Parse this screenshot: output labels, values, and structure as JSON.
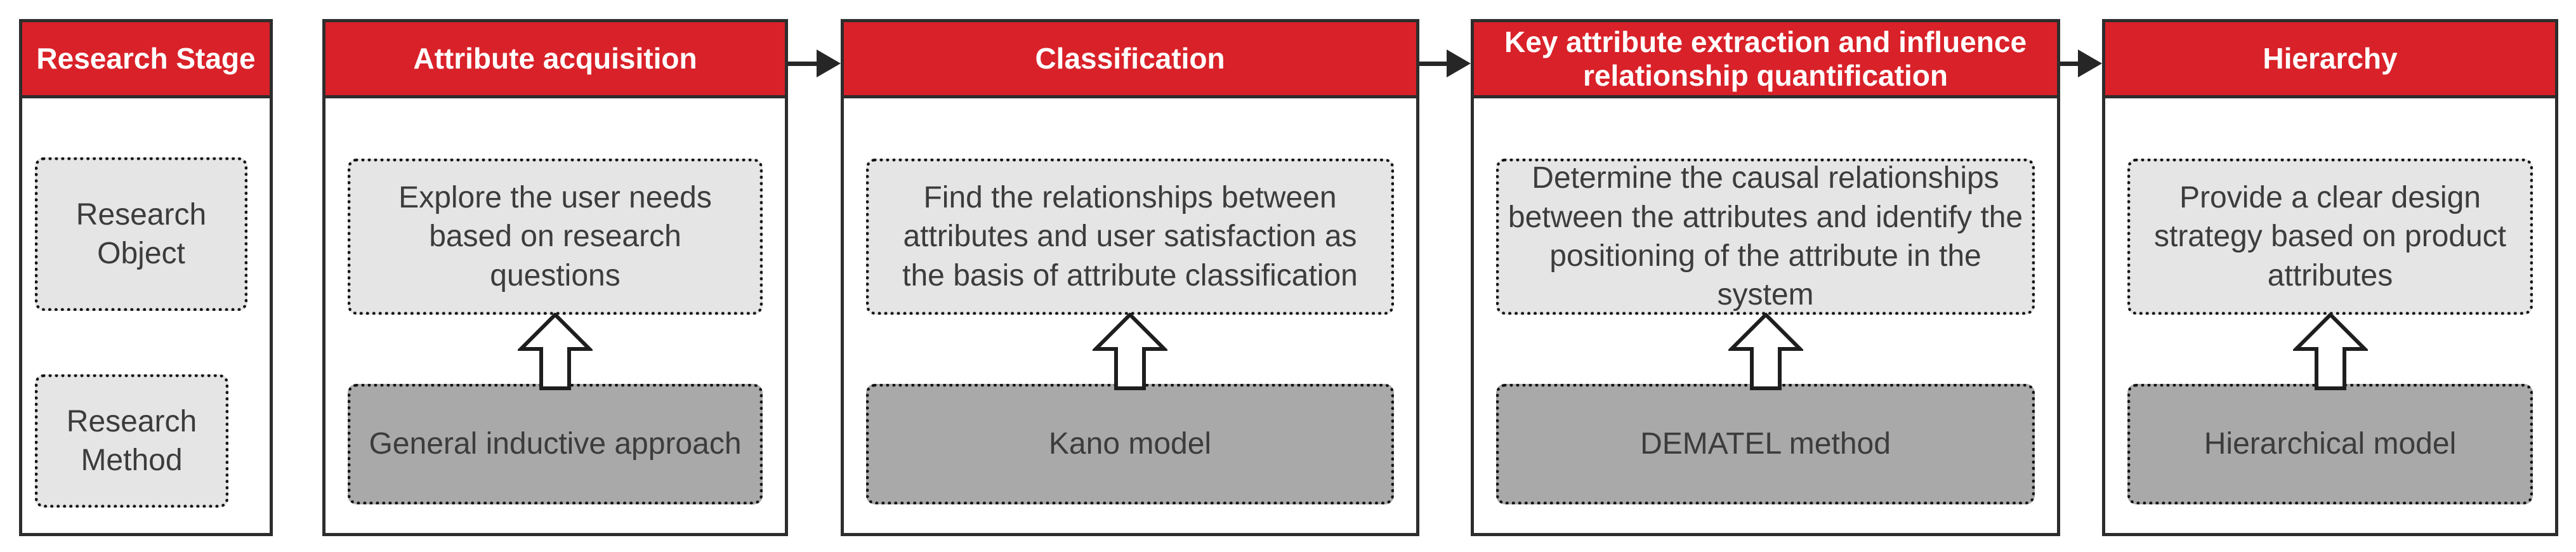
{
  "diagram_title": "Research flow diagram",
  "colors": {
    "header_red": "#d92129",
    "light_gray_box": "#e5e5e5",
    "dark_gray_box": "#a9a9a9",
    "outline_dark": "#2d2d2d",
    "text_dark": "#3c3c3c",
    "header_text": "#ffffff"
  },
  "icons": {
    "up_block_arrow": "⇧",
    "right_arrow": "➤"
  },
  "columns": [
    {
      "header": "Research Stage",
      "object_box": "Research\nObject",
      "method_box": "Research\nMethod"
    },
    {
      "header": "Attribute acquisition",
      "goal": "Explore the user needs\nbased on research\nquestions",
      "method": "General inductive approach"
    },
    {
      "header": "Classification",
      "goal": "Find the relationships between\nattributes and user satisfaction as\nthe basis of attribute classification",
      "method": "Kano model"
    },
    {
      "header": "Key attribute extraction and influence\nrelationship quantification",
      "goal": "Determine the causal relationships\nbetween the attributes and identify the\npositioning of the attribute in the\nsystem",
      "method": "DEMATEL method"
    },
    {
      "header": "Hierarchy",
      "goal": "Provide a clear design\nstrategy based on product\nattributes",
      "method": "Hierarchical model"
    }
  ]
}
